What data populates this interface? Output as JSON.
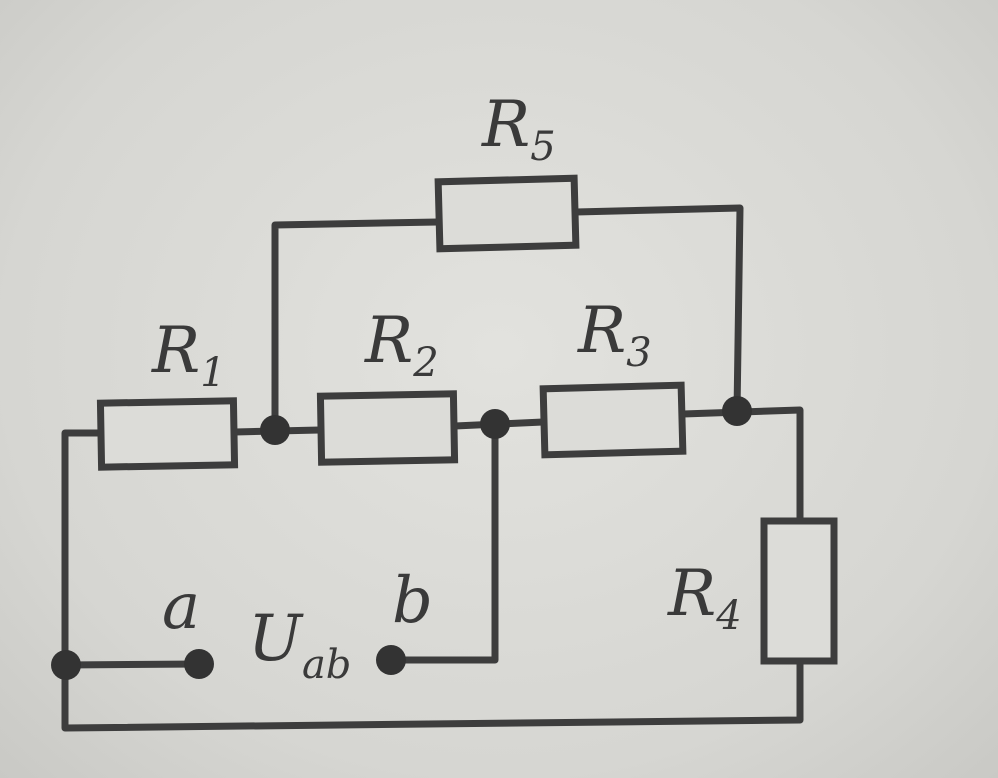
{
  "diagram": {
    "title": "Resistor circuit",
    "resistors": [
      {
        "id": "R1",
        "letter": "R",
        "index": "1"
      },
      {
        "id": "R2",
        "letter": "R",
        "index": "2"
      },
      {
        "id": "R3",
        "letter": "R",
        "index": "3"
      },
      {
        "id": "R4",
        "letter": "R",
        "index": "4"
      },
      {
        "id": "R5",
        "letter": "R",
        "index": "5"
      }
    ],
    "terminals": {
      "a": "a",
      "b": "b"
    },
    "voltage": {
      "letter": "U",
      "subscript": "ab"
    },
    "colors": {
      "ink": "#3d3d3d",
      "paper": "#dcdcd8"
    }
  }
}
